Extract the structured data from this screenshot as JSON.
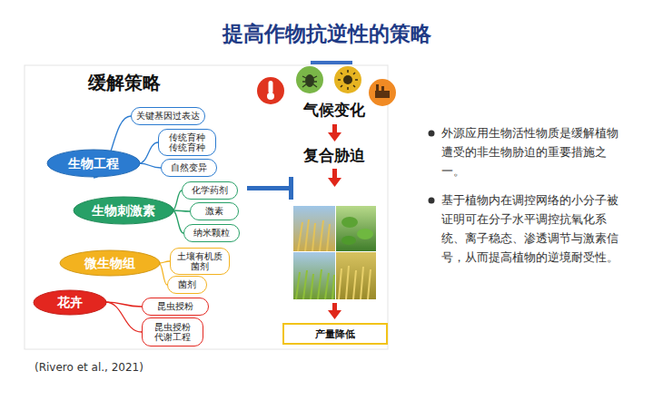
{
  "diagram": {
    "title": "提高作物抗逆性的策略",
    "caption": "(Rivero et al., 2021)",
    "nodes": [
      {
        "text": [
          "生物工程"
        ]
      },
      {
        "text": [
          "关键基因过表达"
        ]
      },
      {
        "text": [
          "传统育种 传统育种"
        ]
      },
      {
        "text": [
          "自然变异"
        ]
      },
      {
        "text": [
          "生物刺激素"
        ]
      },
      {
        "text": [
          "化学药剂"
        ]
      },
      {
        "text": [
          "激素"
        ]
      },
      {
        "text": [
          "纳米颗粒"
        ]
      },
      {
        "text": [
          "微生物组"
        ]
      },
      {
        "text": [
          "土壤有机质 菌剂"
        ]
      },
      {
        "text": [
          "菌剂"
        ]
      },
      {
        "text": [
          "花卉"
        ]
      },
      {
        "text": [
          "昆虫授粉"
        ]
      },
      {
        "text": [
          "昆虫授粉 代谢工程"
        ]
      },
      {
        "text": [
          "产量降低"
        ]
      }
    ],
    "edges": [
      {
        "from": 0,
        "to": 1,
        "arrow": "none"
      },
      {
        "from": 0,
        "to": 2,
        "arrow": "none"
      },
      {
        "from": 0,
        "to": 3,
        "arrow": "none"
      },
      {
        "from": 4,
        "to": 5,
        "arrow": "none"
      },
      {
        "from": 4,
        "to": 6,
        "arrow": "none"
      },
      {
        "from": 4,
        "to": 7,
        "arrow": "none"
      },
      {
        "from": 8,
        "to": 9,
        "arrow": "none"
      },
      {
        "from": 8,
        "to": 10,
        "arrow": "none"
      },
      {
        "from": 11,
        "to": 12,
        "arrow": "none"
      },
      {
        "from": 11,
        "to": 13,
        "arrow": "none"
      }
    ],
    "labels": [
      "缓解策略",
      "气候变化",
      "复合胁迫",
      "外源应用生物活性物质是缓解植物遭受的非生物胁迫的重要措施之一。",
      "基于植物内在调控网络的小分子被证明可在分子水平调控抗氧化系统、离子稳态、渗透调节与激素信号，从而提高植物的逆境耐受性。"
    ]
  }
}
